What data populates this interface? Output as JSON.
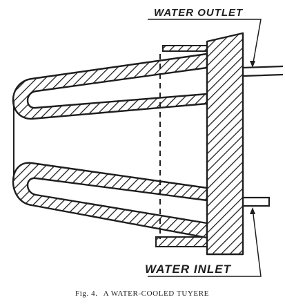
{
  "figure": {
    "caption_number": "Fig. 4.",
    "caption_title": "A WATER-COOLED TUYERE",
    "labels": {
      "outlet": "WATER OUTLET",
      "inlet": "WATER INLET"
    },
    "colors": {
      "ink": "#1e1e1e",
      "paper": "#ffffff"
    }
  }
}
